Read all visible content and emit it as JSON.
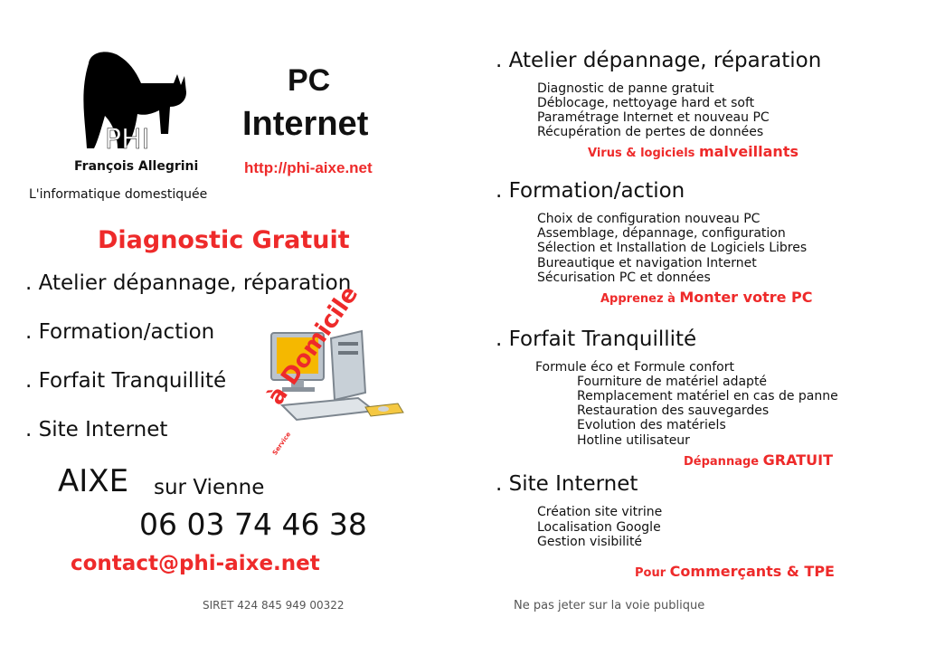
{
  "brand": {
    "logo_text": "PHI",
    "name": "François Allegrini",
    "tagline": "L'informatique domestiquée"
  },
  "title": {
    "line1": "PC",
    "line2": "Internet"
  },
  "website": "http://phi-aixe.net",
  "diagnostic": "Diagnostic Gratuit",
  "left_services": [
    ". Atelier dépannage, réparation",
    ". Formation/action",
    ". Forfait Tranquillité",
    ". Site Internet"
  ],
  "domicile": {
    "small": "Service",
    "main": "à Domicile"
  },
  "city": {
    "main": "AIXE",
    "sub": "sur Vienne"
  },
  "phone": "06 03 74 46 38",
  "email": "contact@phi-aixe.net",
  "siret": "SIRET 424 845 949 00322",
  "footer_note": "Ne pas jeter sur la voie publique",
  "sections": [
    {
      "heading": ". Atelier dépannage, réparation",
      "items": [
        "Diagnostic de panne gratuit",
        "Déblocage, nettoyage hard et soft",
        "Paramétrage Internet et nouveau PC",
        "Récupération de pertes de données"
      ],
      "highlight_small": "Virus & logiciels",
      "highlight_big": "malveillants"
    },
    {
      "heading": ". Formation/action",
      "items": [
        "Choix de configuration nouveau PC",
        "Assemblage, dépannage, configuration",
        "Sélection et Installation de Logiciels Libres",
        "Bureautique et navigation Internet",
        "Sécurisation PC et données"
      ],
      "highlight_small": "Apprenez  à",
      "highlight_big": "Monter votre PC"
    },
    {
      "heading": ". Forfait Tranquillité",
      "intro": "Formule éco et Formule confort",
      "items": [
        "Fourniture de matériel adapté",
        "Remplacement matériel en cas de panne",
        "Restauration des sauvegardes",
        "Evolution des matériels",
        "Hotline utilisateur"
      ],
      "highlight_small": "Dépannage",
      "highlight_big": "GRATUIT"
    },
    {
      "heading": ". Site Internet",
      "items": [
        "Création site vitrine",
        "Localisation Google",
        "Gestion visibilité"
      ],
      "highlight_small": "Pour",
      "highlight_big": "Commerçants & TPE"
    }
  ],
  "colors": {
    "accent": "#ee2a2a",
    "text": "#111111",
    "screen": "#f5b800"
  }
}
